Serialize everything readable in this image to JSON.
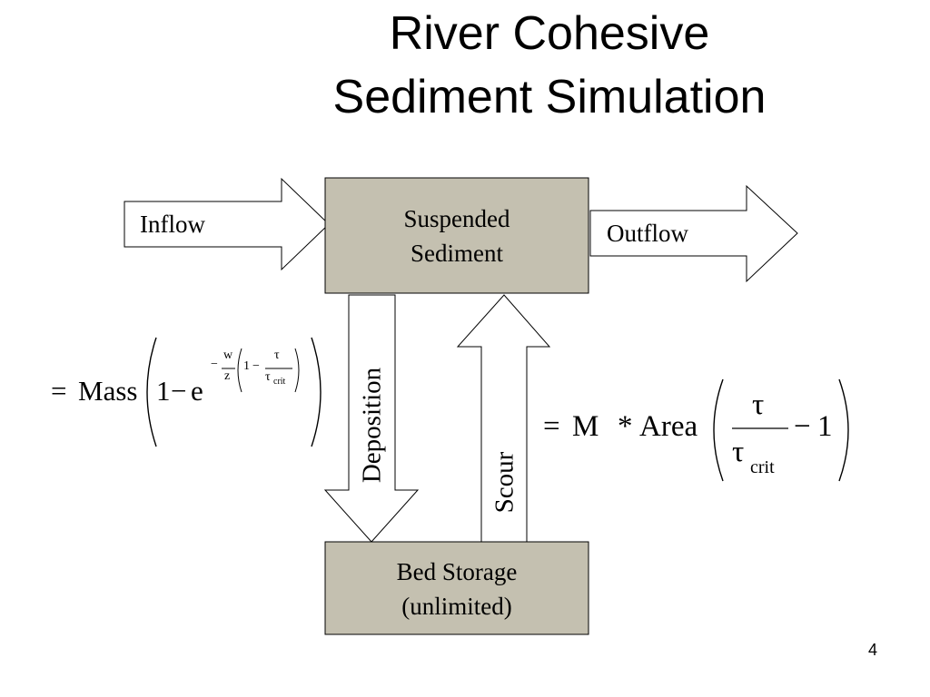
{
  "title": {
    "line1": "River Cohesive",
    "line2": "Sediment Simulation"
  },
  "boxes": {
    "suspended": {
      "line1": "Suspended",
      "line2": "Sediment"
    },
    "bed": {
      "line1": "Bed Storage",
      "line2": "(unlimited)"
    }
  },
  "arrows": {
    "inflow": "Inflow",
    "outflow": "Outflow",
    "deposition": "Deposition",
    "scour": "Scour"
  },
  "deposition_eq": {
    "lhs": "=",
    "mass": "Mass",
    "one": "1",
    "minus": "−",
    "e": "e",
    "exp_minus": "−",
    "w": "w",
    "z": "z",
    "exp_one": "1",
    "exp_inner_minus": "−",
    "tau": "τ",
    "tau_crit_sym": "τ",
    "crit": "crit"
  },
  "scour_eq": {
    "lhs": "=",
    "m": "M",
    "star": "*",
    "area": "Area",
    "tau": "τ",
    "tau_crit_sym": "τ",
    "crit": "crit",
    "minus": "−",
    "one": "1"
  },
  "page_number": "4",
  "colors": {
    "box_fill": "#c4c0b0",
    "stroke": "#000000",
    "arrow_fill": "#ffffff"
  }
}
